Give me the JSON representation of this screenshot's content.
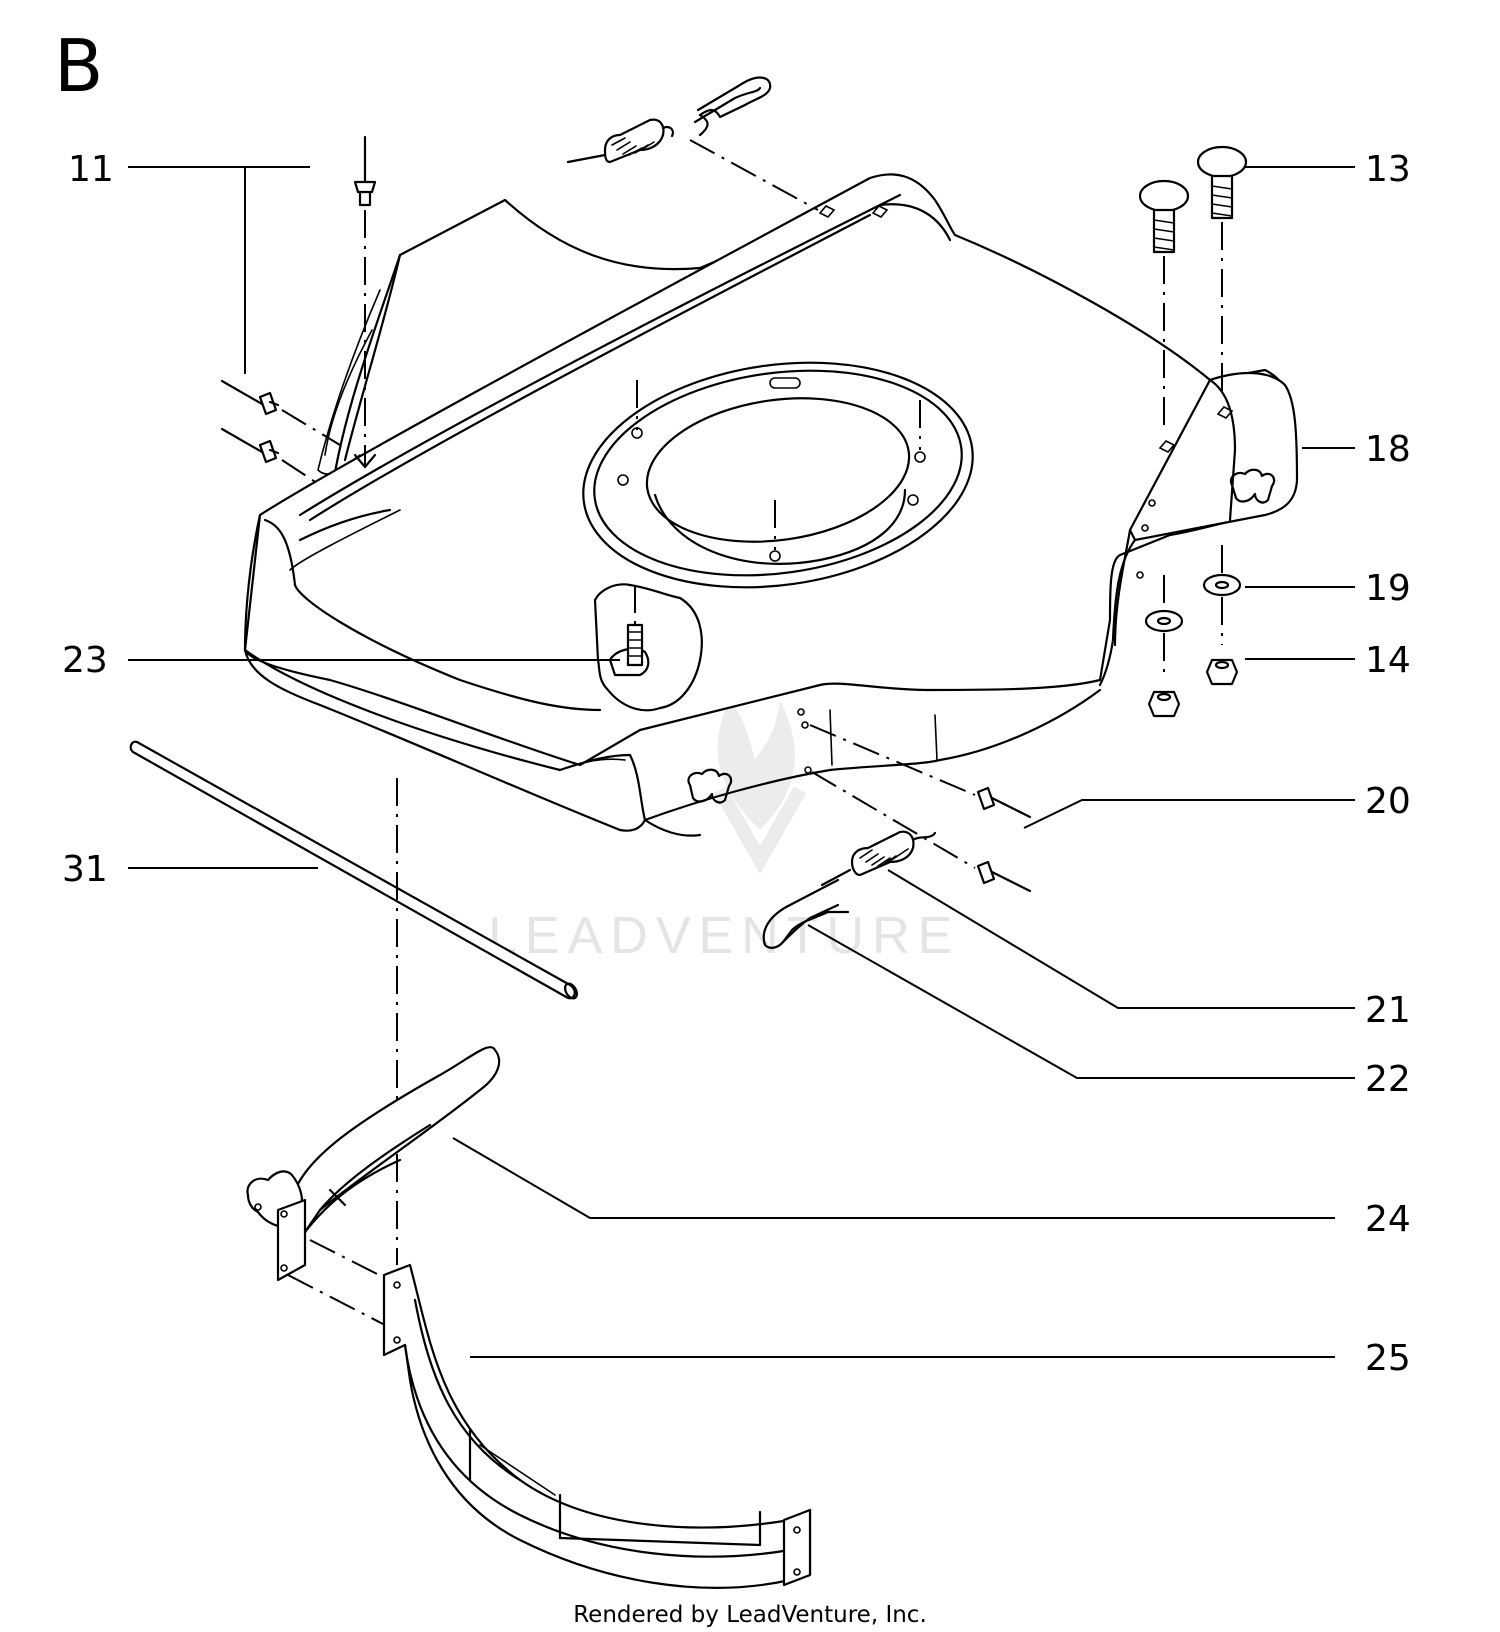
{
  "section_label": "B",
  "callouts": [
    "11",
    "13",
    "18",
    "19",
    "14",
    "23",
    "20",
    "31",
    "21",
    "22",
    "24",
    "25"
  ],
  "watermark": "LEADVENTURE",
  "footer": "Rendered by LeadVenture, Inc."
}
